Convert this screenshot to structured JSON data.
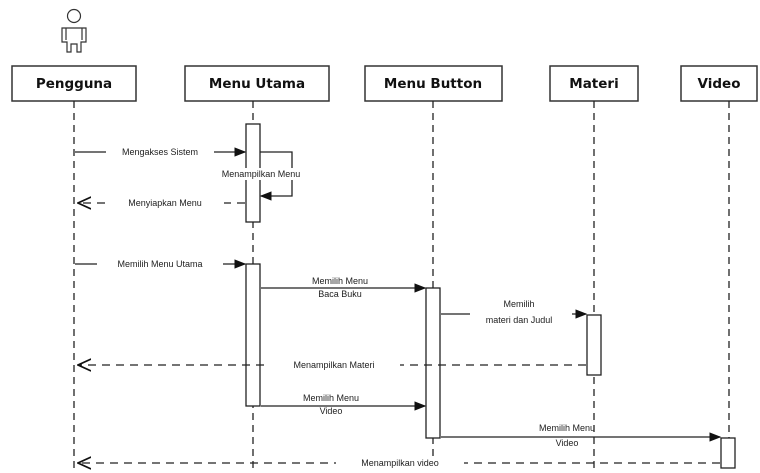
{
  "participants": [
    {
      "id": "pengguna",
      "label": "Pengguna",
      "is_actor": true
    },
    {
      "id": "menu_utama",
      "label": "Menu Utama"
    },
    {
      "id": "menu_button",
      "label": "Menu Button"
    },
    {
      "id": "materi",
      "label": "Materi"
    },
    {
      "id": "video",
      "label": "Video"
    }
  ],
  "messages": [
    {
      "from": "pengguna",
      "to": "menu_utama",
      "kind": "call",
      "lines": [
        "Mengakses Sistem"
      ]
    },
    {
      "from": "menu_utama",
      "to": "menu_utama",
      "kind": "self",
      "lines": [
        "Menampilkan Menu"
      ]
    },
    {
      "from": "menu_utama",
      "to": "pengguna",
      "kind": "return",
      "lines": [
        "Menyiapkan Menu"
      ]
    },
    {
      "from": "pengguna",
      "to": "menu_utama",
      "kind": "call",
      "lines": [
        "Memilih Menu Utama"
      ]
    },
    {
      "from": "menu_utama",
      "to": "menu_button",
      "kind": "call",
      "lines": [
        "Memilih Menu",
        "Baca Buku"
      ]
    },
    {
      "from": "menu_button",
      "to": "materi",
      "kind": "call",
      "lines": [
        "Memilih",
        "materi dan Judul"
      ]
    },
    {
      "from": "materi",
      "to": "pengguna",
      "kind": "return",
      "lines": [
        "Menampilkan Materi"
      ]
    },
    {
      "from": "menu_utama",
      "to": "menu_button",
      "kind": "call",
      "lines": [
        "Memilih Menu",
        "Video"
      ]
    },
    {
      "from": "menu_button",
      "to": "video",
      "kind": "call",
      "lines": [
        "Memilih Menu",
        "Video"
      ]
    },
    {
      "from": "video",
      "to": "pengguna",
      "kind": "return",
      "lines": [
        "Menampilkan video"
      ]
    }
  ]
}
